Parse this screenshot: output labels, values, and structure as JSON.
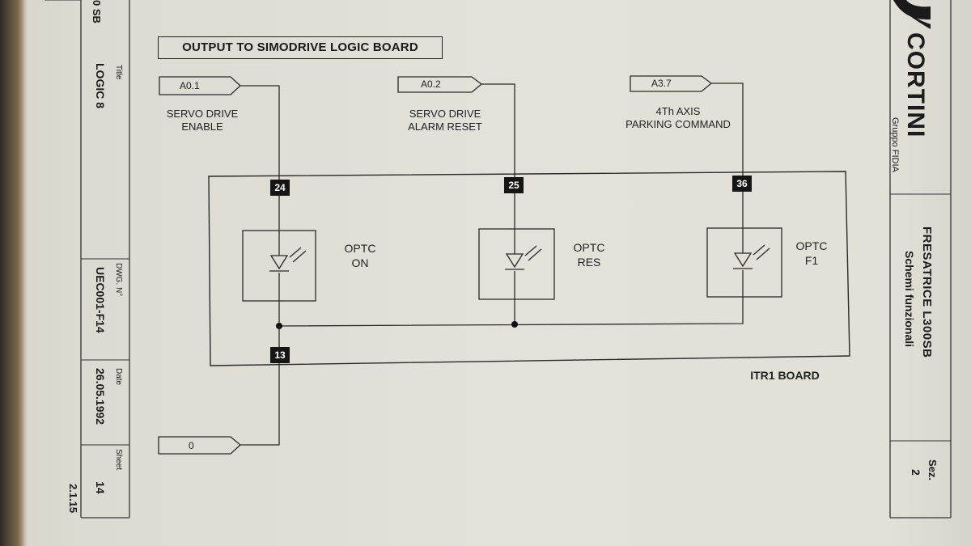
{
  "diagram": {
    "title": "OUTPUT TO SIMODRIVE LOGIC BOARD",
    "board_label": "ITR1 BOARD",
    "signals": [
      {
        "id": "A0.1",
        "description_line1": "SERVO DRIVE",
        "description_line2": "ENABLE",
        "pin": "24",
        "optc_line1": "OPTC",
        "optc_line2": "ON"
      },
      {
        "id": "A0.2",
        "description_line1": "SERVO DRIVE",
        "description_line2": "ALARM RESET",
        "pin": "25",
        "optc_line1": "OPTC",
        "optc_line2": "RES"
      },
      {
        "id": "A3.7",
        "description_line1": "4Th AXIS",
        "description_line2": "PARKING COMMAND",
        "pin": "36",
        "optc_line1": "OPTC",
        "optc_line2": "F1"
      }
    ],
    "common_pin": "13",
    "ground_signal": "0"
  },
  "title_block": {
    "left_edge_fragment": "0 SB",
    "title_label": "Title",
    "title_value": "LOGIC 8",
    "dwg_label": "DWG. N°",
    "dwg_value": "UEC001-F14",
    "date_label": "Date",
    "date_value": "26.05.1992",
    "sheet_label": "Sheet",
    "sheet_value": "14",
    "page_ref": "2.1.15"
  },
  "header_block": {
    "company": "CORTINI",
    "group": "Gruppo FIDIA",
    "machine": "FRESATRICE  L300SB",
    "subtitle": "Schemi funzionali",
    "section_label": "Sez.",
    "section_value": "2"
  }
}
